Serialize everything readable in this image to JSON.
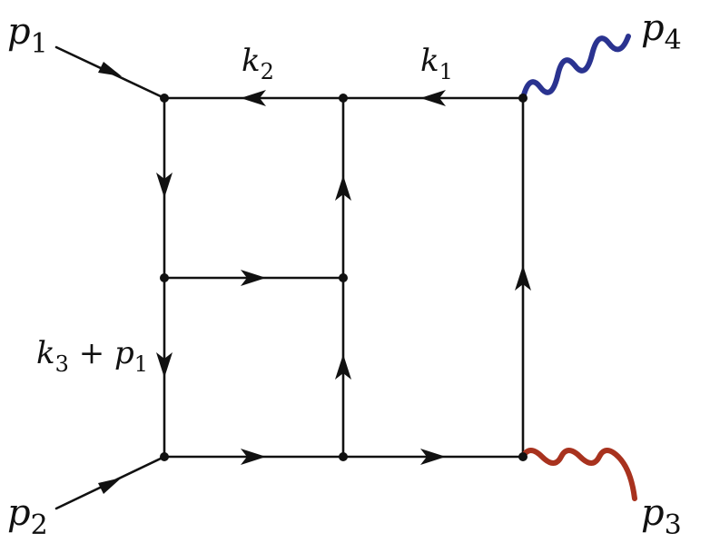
{
  "labels": {
    "p1": {
      "base": "p",
      "sub": "1"
    },
    "p2": {
      "base": "p",
      "sub": "2"
    },
    "p3": {
      "base": "p",
      "sub": "3"
    },
    "p4": {
      "base": "p",
      "sub": "4"
    },
    "k1": {
      "base": "k",
      "sub": "1"
    },
    "k2": {
      "base": "k",
      "sub": "2"
    },
    "k3p1": {
      "base": "k",
      "sub": "3",
      "plus": " + ",
      "base2": "p",
      "sub2": "1"
    }
  },
  "colors": {
    "line": "#111111",
    "photon_p4": "#2a3390",
    "photon_p3": "#a8321e"
  }
}
